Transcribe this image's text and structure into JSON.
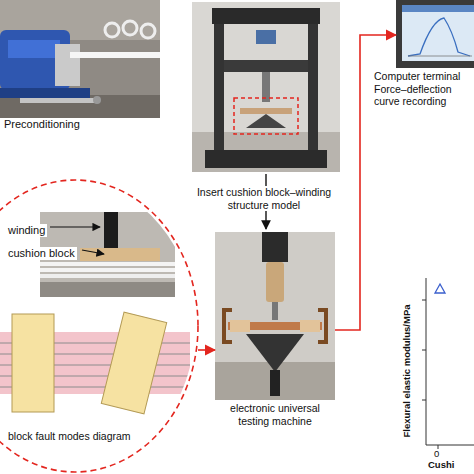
{
  "diagram": {
    "nodes": [
      {
        "text": [
          "Preconditioning"
        ]
      },
      {
        "text": [
          "Computer terminal",
          "Force–deflection curve recording"
        ]
      },
      {
        "text": [
          "block fault modes diagram"
        ]
      },
      {
        "text": [
          "electronic universal testing machine"
        ]
      }
    ],
    "edges": [
      {
        "from": 2,
        "to": 3,
        "arrow": "to"
      },
      {
        "from": 3,
        "to": 1,
        "arrow": "to"
      }
    ],
    "labels": [
      "Insert cushion block–winding structure model",
      "winding",
      "cushion block",
      "Flexural elastic modulus/MPa",
      "0",
      "Cushi"
    ]
  }
}
